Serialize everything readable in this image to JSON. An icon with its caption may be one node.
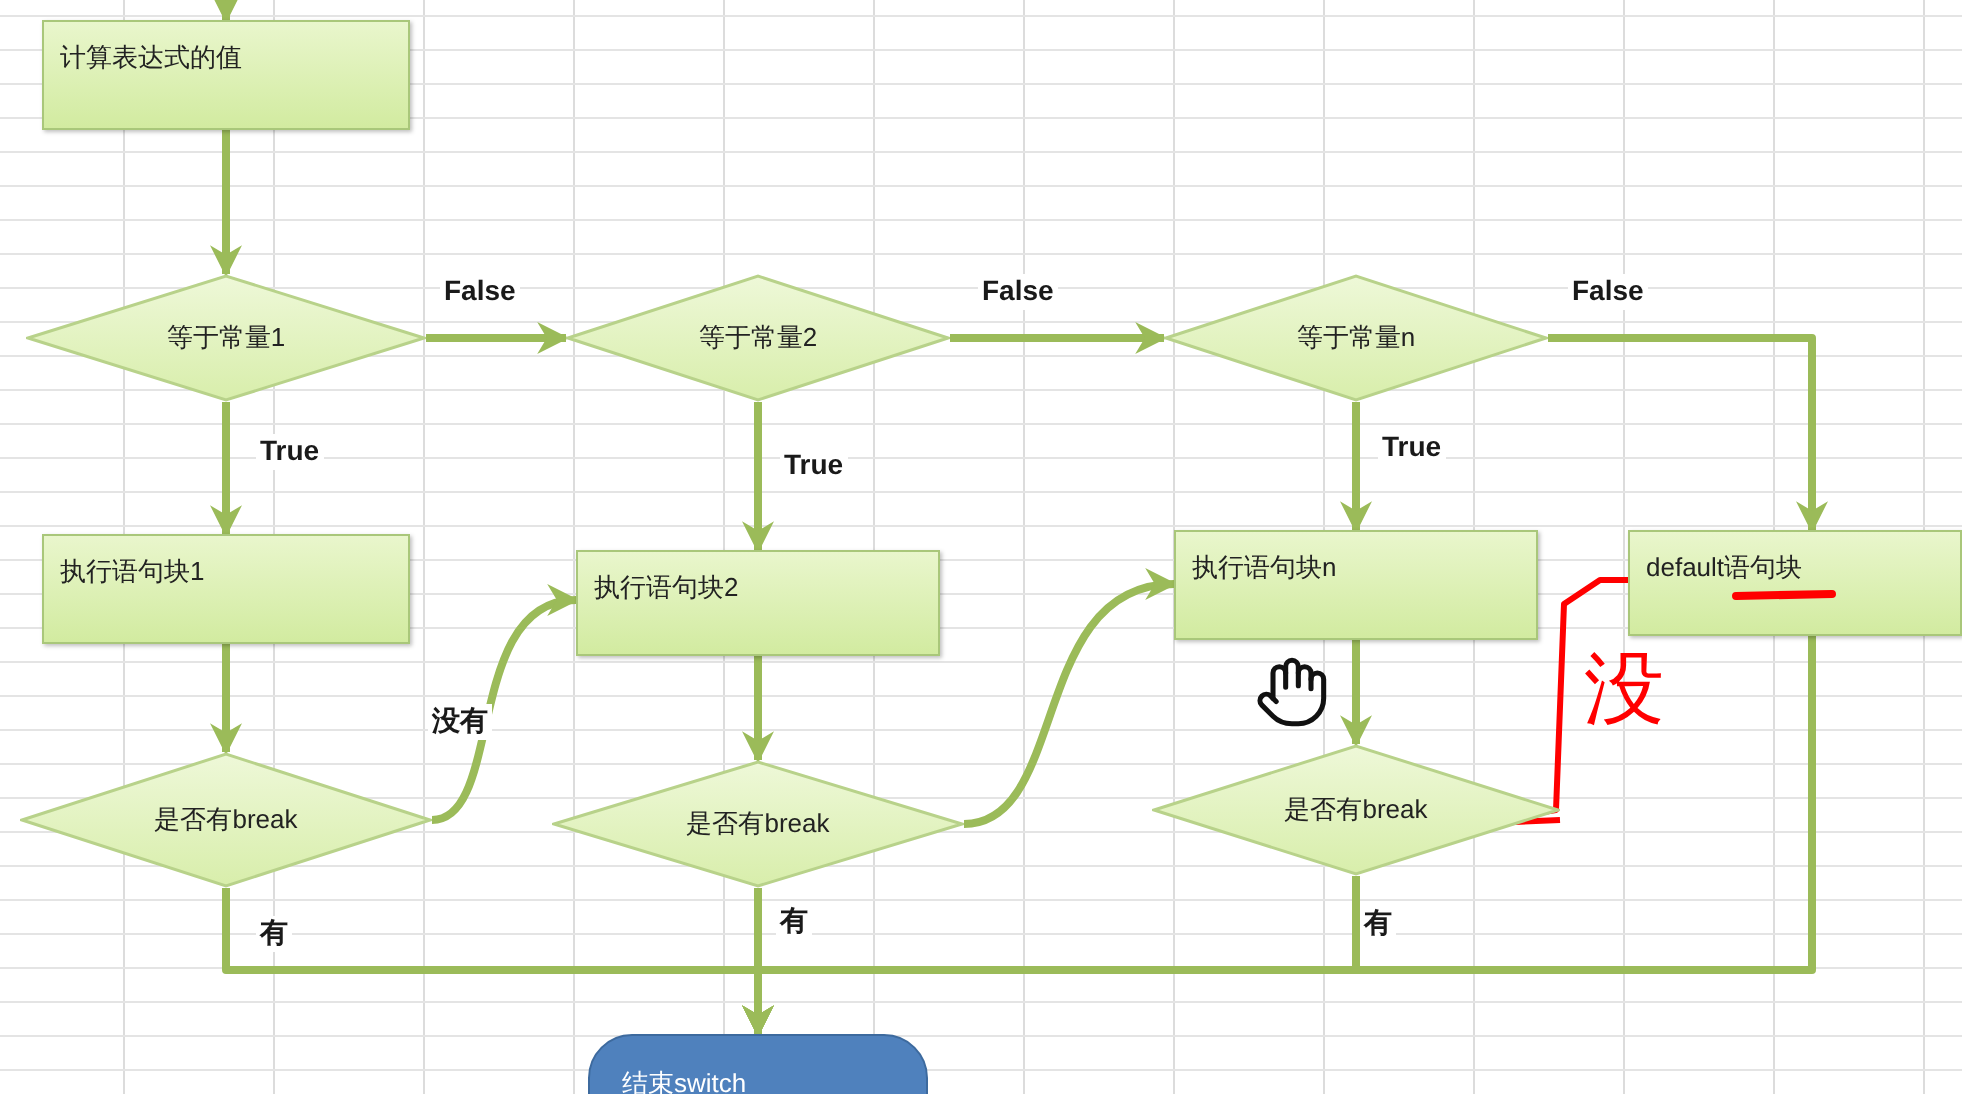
{
  "diagram": {
    "nodes": [
      {
        "text": [
          "计算表达式的值"
        ]
      },
      {
        "text": [
          "等于常量1"
        ]
      },
      {
        "text": [
          "等于常量2"
        ]
      },
      {
        "text": [
          "等于常量n"
        ]
      },
      {
        "text": [
          "执行语句块1"
        ]
      },
      {
        "text": [
          "执行语句块2"
        ]
      },
      {
        "text": [
          "执行语句块n"
        ]
      },
      {
        "text": [
          "default语句块"
        ]
      },
      {
        "text": [
          "是否有break"
        ]
      },
      {
        "text": [
          "是否有break"
        ]
      },
      {
        "text": [
          "是否有break"
        ]
      },
      {
        "text": [
          "结束switch"
        ]
      }
    ],
    "edges": [
      {
        "from": null,
        "to": 0,
        "arrow": "to"
      },
      {
        "from": 0,
        "to": 1,
        "arrow": "to"
      },
      {
        "from": 1,
        "to": 2,
        "arrow": "to",
        "label": "False"
      },
      {
        "from": 2,
        "to": 3,
        "arrow": "to",
        "label": "False"
      },
      {
        "from": 3,
        "to": 7,
        "arrow": "to",
        "label": "False"
      },
      {
        "from": 1,
        "to": 4,
        "arrow": "to",
        "label": "True"
      },
      {
        "from": 2,
        "to": 5,
        "arrow": "to",
        "label": "True"
      },
      {
        "from": 3,
        "to": 6,
        "arrow": "to",
        "label": "True"
      },
      {
        "from": 4,
        "to": 8,
        "arrow": "to"
      },
      {
        "from": 5,
        "to": 9,
        "arrow": "to"
      },
      {
        "from": 6,
        "to": 10,
        "arrow": "to"
      },
      {
        "from": 8,
        "to": 5,
        "arrow": "to",
        "label": "没有"
      },
      {
        "from": 9,
        "to": 6,
        "arrow": "to"
      },
      {
        "from": 8,
        "to": 11,
        "arrow": "to",
        "label": "有"
      },
      {
        "from": 9,
        "to": 11,
        "arrow": "to",
        "label": "有"
      },
      {
        "from": 10,
        "to": 11,
        "arrow": "to",
        "label": "有"
      },
      {
        "from": 7,
        "to": 11,
        "arrow": "to"
      },
      {
        "from": 10,
        "to": 7,
        "arrow": "none",
        "label": "没",
        "color": "#ff0000"
      }
    ]
  }
}
